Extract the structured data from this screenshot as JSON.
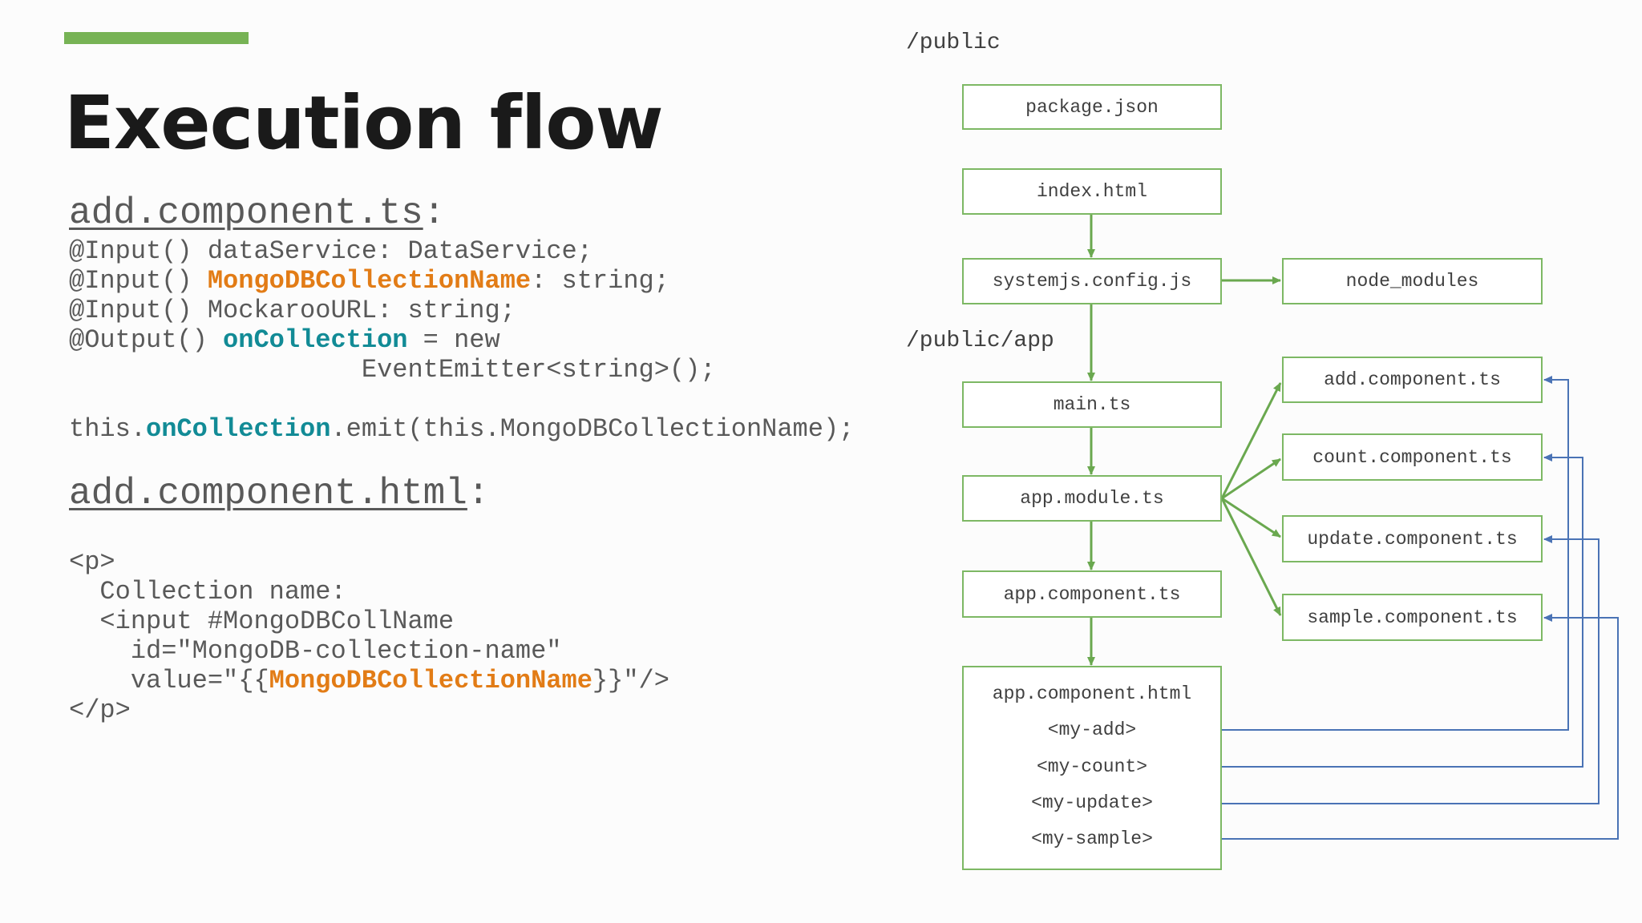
{
  "slide": {
    "title": "Execution flow"
  },
  "code_panel": {
    "ts_heading": {
      "filename": "add.component.ts",
      "suffix": ":"
    },
    "ts_lines": [
      [
        {
          "t": "@Input() dataService: DataService;",
          "c": ""
        }
      ],
      [
        {
          "t": "@Input() ",
          "c": ""
        },
        {
          "t": "MongoDBCollectionName",
          "c": "kw-orange"
        },
        {
          "t": ": string;",
          "c": ""
        }
      ],
      [
        {
          "t": "@Input() MockarooURL: string;",
          "c": ""
        }
      ],
      [
        {
          "t": "@Output() ",
          "c": ""
        },
        {
          "t": "onCollection",
          "c": "kw-teal"
        },
        {
          "t": " = new",
          "c": ""
        }
      ],
      [
        {
          "t": "                   EventEmitter<string>();",
          "c": ""
        }
      ],
      [
        {
          "t": "",
          "c": ""
        }
      ],
      [
        {
          "t": "this.",
          "c": ""
        },
        {
          "t": "onCollection",
          "c": "kw-teal"
        },
        {
          "t": ".emit(this.MongoDBCollectionName);",
          "c": ""
        }
      ]
    ],
    "html_heading": {
      "filename": "add.component.html",
      "suffix": ":"
    },
    "html_lines": [
      [
        {
          "t": "<p>",
          "c": ""
        }
      ],
      [
        {
          "t": "  Collection name:",
          "c": ""
        }
      ],
      [
        {
          "t": "  <input #MongoDBCollName",
          "c": ""
        }
      ],
      [
        {
          "t": "    id=\"MongoDB-collection-name\"",
          "c": ""
        }
      ],
      [
        {
          "t": "    value=\"{{",
          "c": ""
        },
        {
          "t": "MongoDBCollectionName",
          "c": "kw-orange"
        },
        {
          "t": "}}\"/>",
          "c": ""
        }
      ],
      [
        {
          "t": "</p>",
          "c": ""
        }
      ]
    ]
  },
  "diagram": {
    "folders": {
      "public": "/public",
      "public_app": "/public/app"
    },
    "nodes": {
      "package_json": "package.json",
      "index_html": "index.html",
      "systemjs_config": "systemjs.config.js",
      "node_modules": "node_modules",
      "main_ts": "main.ts",
      "app_module": "app.module.ts",
      "app_component_ts": "app.component.ts",
      "add_component": "add.component.ts",
      "count_component": "count.component.ts",
      "update_component": "update.component.ts",
      "sample_component": "sample.component.ts"
    },
    "app_component_html": {
      "title": "app.component.html",
      "tags": [
        "<my-add>",
        "<my-count>",
        "<my-update>",
        "<my-sample>"
      ]
    },
    "colors": {
      "flow": "#6aa84f",
      "reference": "#4a73b5",
      "box_border": "#7db864"
    }
  }
}
